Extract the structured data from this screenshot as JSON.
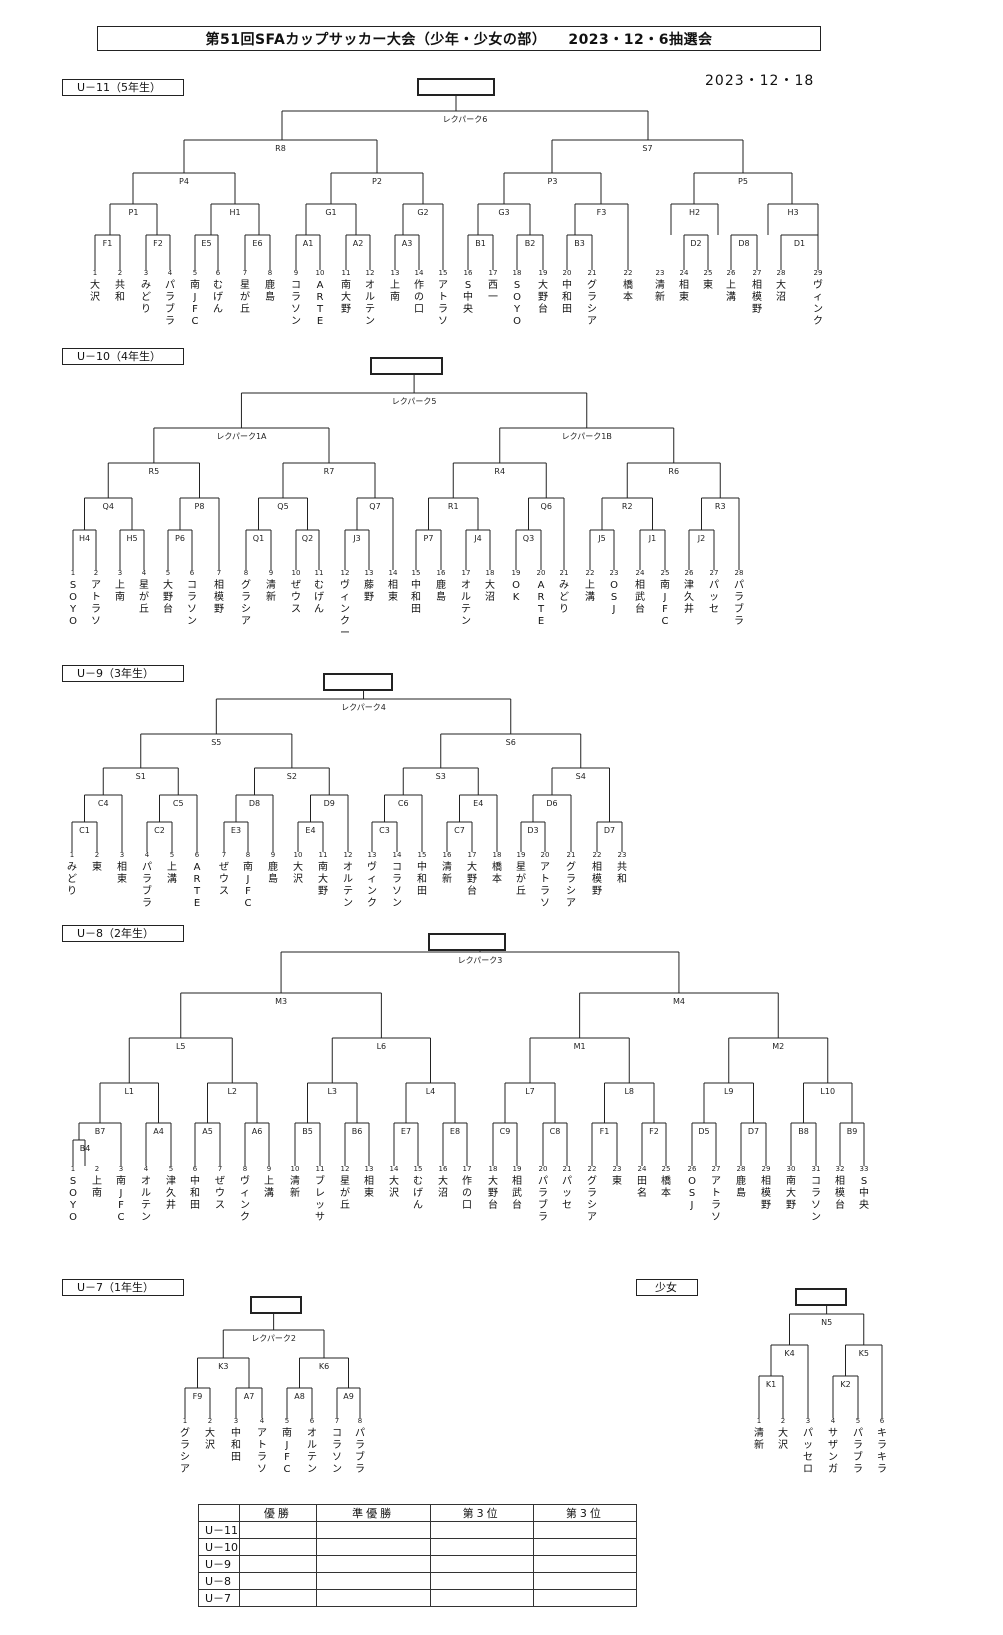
{
  "title": "第51回SFAカップサッカー大会（少年・少女の部）　　2023・12・6抽選会",
  "date": "2023・12・18",
  "sections": {
    "u11": {
      "label": "U－11（5年生）",
      "final": "レクパーク6",
      "semi": [
        "R8",
        "S7"
      ],
      "quarter": [
        "P4",
        "P2",
        "P3",
        "P5"
      ],
      "r16": [
        "P1",
        "H1",
        "G1",
        "G2",
        "G3",
        "F3",
        "H2",
        "H3"
      ],
      "r32": [
        "F1",
        "F2",
        "E5",
        "E6",
        "A1",
        "A2",
        "A3",
        "B1",
        "B2",
        "B3",
        "D2",
        "D8",
        "D1"
      ],
      "teams": [
        {
          "n": "1",
          "name": "大沢"
        },
        {
          "n": "2",
          "name": "共和"
        },
        {
          "n": "3",
          "name": "みどり"
        },
        {
          "n": "4",
          "name": "パラブラ"
        },
        {
          "n": "5",
          "name": "南JFC"
        },
        {
          "n": "6",
          "name": "むげん"
        },
        {
          "n": "7",
          "name": "星が丘"
        },
        {
          "n": "8",
          "name": "鹿島"
        },
        {
          "n": "9",
          "name": "コラソン"
        },
        {
          "n": "10",
          "name": "ARTE"
        },
        {
          "n": "11",
          "name": "南大野"
        },
        {
          "n": "12",
          "name": "オルテン"
        },
        {
          "n": "13",
          "name": "上南"
        },
        {
          "n": "14",
          "name": "作の口"
        },
        {
          "n": "15",
          "name": "アトラソ"
        },
        {
          "n": "16",
          "name": "S中央"
        },
        {
          "n": "17",
          "name": "西一"
        },
        {
          "n": "18",
          "name": "SOYO"
        },
        {
          "n": "19",
          "name": "大野台"
        },
        {
          "n": "20",
          "name": "中和田"
        },
        {
          "n": "21",
          "name": "グラシア"
        },
        {
          "n": "22",
          "name": "橋本"
        },
        {
          "n": "23",
          "name": "清新"
        },
        {
          "n": "24",
          "name": "相東"
        },
        {
          "n": "25",
          "name": "東"
        },
        {
          "n": "26",
          "name": "上溝"
        },
        {
          "n": "27",
          "name": "相模野"
        },
        {
          "n": "28",
          "name": "大沼"
        },
        {
          "n": "29",
          "name": "ヴィンク"
        }
      ]
    },
    "u10": {
      "label": "U－10（4年生）",
      "final": "レクパーク5",
      "semi": [
        "レクパーク1A",
        "レクパーク1B"
      ],
      "quarter": [
        "R5",
        "R7",
        "R4",
        "R6"
      ],
      "r16": [
        "Q4",
        "P8",
        "Q5",
        "Q7",
        "R1",
        "Q6",
        "R2",
        "R3"
      ],
      "r32": [
        "H4",
        "H5",
        "P6",
        "Q1",
        "Q2",
        "J3",
        "P7",
        "J4",
        "Q3",
        "J5",
        "J1",
        "J2"
      ],
      "teams": [
        {
          "n": "1",
          "name": "SOYO"
        },
        {
          "n": "2",
          "name": "アトラソ"
        },
        {
          "n": "3",
          "name": "上南"
        },
        {
          "n": "4",
          "name": "星が丘"
        },
        {
          "n": "5",
          "name": "大野台"
        },
        {
          "n": "6",
          "name": "コラソン"
        },
        {
          "n": "7",
          "name": "相模野"
        },
        {
          "n": "8",
          "name": "グラシア"
        },
        {
          "n": "9",
          "name": "清新"
        },
        {
          "n": "10",
          "name": "ぜウス"
        },
        {
          "n": "11",
          "name": "むげん"
        },
        {
          "n": "12",
          "name": "ヴィンクー"
        },
        {
          "n": "13",
          "name": "藤野"
        },
        {
          "n": "14",
          "name": "相東"
        },
        {
          "n": "15",
          "name": "中和田"
        },
        {
          "n": "16",
          "name": "鹿島"
        },
        {
          "n": "17",
          "name": "オルテン"
        },
        {
          "n": "18",
          "name": "大沼"
        },
        {
          "n": "19",
          "name": "OK"
        },
        {
          "n": "20",
          "name": "ARTE"
        },
        {
          "n": "21",
          "name": "みどり"
        },
        {
          "n": "22",
          "name": "上溝"
        },
        {
          "n": "23",
          "name": "OSJ"
        },
        {
          "n": "24",
          "name": "相武台"
        },
        {
          "n": "25",
          "name": "南JFC"
        },
        {
          "n": "26",
          "name": "津久井"
        },
        {
          "n": "27",
          "name": "パッセ"
        },
        {
          "n": "28",
          "name": "パラブラ"
        }
      ]
    },
    "u9": {
      "label": "U－9（3年生）",
      "final": "レクパーク4",
      "semi": [
        "S5",
        "S6"
      ],
      "quarter": [
        "S1",
        "S2",
        "S3",
        "S4"
      ],
      "r16": [
        "C4",
        "C5",
        "D8",
        "D9",
        "C6",
        "E4",
        "D6",
        "D7"
      ],
      "r32": [
        "C1",
        "C2",
        "E3",
        "E4",
        "C3",
        "C7",
        "D3"
      ],
      "teams": [
        {
          "n": "1",
          "name": "みどり"
        },
        {
          "n": "2",
          "name": "東"
        },
        {
          "n": "3",
          "name": "相東"
        },
        {
          "n": "4",
          "name": "パラブラ"
        },
        {
          "n": "5",
          "name": "上溝"
        },
        {
          "n": "6",
          "name": "ARTE"
        },
        {
          "n": "7",
          "name": "ぜウス"
        },
        {
          "n": "8",
          "name": "南JFC"
        },
        {
          "n": "9",
          "name": "鹿島"
        },
        {
          "n": "10",
          "name": "大沢"
        },
        {
          "n": "11",
          "name": "南大野"
        },
        {
          "n": "12",
          "name": "オルテン"
        },
        {
          "n": "13",
          "name": "ヴィンク"
        },
        {
          "n": "14",
          "name": "コラソン"
        },
        {
          "n": "15",
          "name": "中和田"
        },
        {
          "n": "16",
          "name": "清新"
        },
        {
          "n": "17",
          "name": "大野台"
        },
        {
          "n": "18",
          "name": "橋本"
        },
        {
          "n": "19",
          "name": "星が丘"
        },
        {
          "n": "20",
          "name": "アトラソ"
        },
        {
          "n": "21",
          "name": "グラシア"
        },
        {
          "n": "22",
          "name": "相模野"
        },
        {
          "n": "23",
          "name": "共和"
        }
      ]
    },
    "u8": {
      "label": "U－8（2年生）",
      "final": "レクパーク3",
      "semi": [
        "M3",
        "M4"
      ],
      "quarter": [
        "L5",
        "L6",
        "M1",
        "M2"
      ],
      "r16": [
        "L1",
        "L2",
        "L3",
        "L4",
        "L7",
        "L8",
        "L9",
        "L10"
      ],
      "r32": [
        "B7",
        "A4",
        "A5",
        "A6",
        "B5",
        "B6",
        "E7",
        "E8",
        "C9",
        "C8",
        "F1",
        "F2",
        "D5",
        "D7",
        "B8",
        "B9"
      ],
      "r64": [
        "B4"
      ],
      "teams": [
        {
          "n": "1",
          "name": "SOYO"
        },
        {
          "n": "2",
          "name": "上南"
        },
        {
          "n": "3",
          "name": "南JFC"
        },
        {
          "n": "4",
          "name": "オルテン"
        },
        {
          "n": "5",
          "name": "津久井"
        },
        {
          "n": "6",
          "name": "中和田"
        },
        {
          "n": "7",
          "name": "ぜウス"
        },
        {
          "n": "8",
          "name": "ヴィンク"
        },
        {
          "n": "9",
          "name": "上溝"
        },
        {
          "n": "10",
          "name": "清新"
        },
        {
          "n": "11",
          "name": "ブレッサ"
        },
        {
          "n": "12",
          "name": "星が丘"
        },
        {
          "n": "13",
          "name": "相東"
        },
        {
          "n": "14",
          "name": "大沢"
        },
        {
          "n": "15",
          "name": "むげん"
        },
        {
          "n": "16",
          "name": "大沼"
        },
        {
          "n": "17",
          "name": "作の口"
        },
        {
          "n": "18",
          "name": "大野台"
        },
        {
          "n": "19",
          "name": "相武台"
        },
        {
          "n": "20",
          "name": "パラブラ"
        },
        {
          "n": "21",
          "name": "パッセ"
        },
        {
          "n": "22",
          "name": "グラシア"
        },
        {
          "n": "23",
          "name": "東"
        },
        {
          "n": "24",
          "name": "田名"
        },
        {
          "n": "25",
          "name": "橋本"
        },
        {
          "n": "26",
          "name": "OSJ"
        },
        {
          "n": "27",
          "name": "アトラソ"
        },
        {
          "n": "28",
          "name": "鹿島"
        },
        {
          "n": "29",
          "name": "相模野"
        },
        {
          "n": "30",
          "name": "南大野"
        },
        {
          "n": "31",
          "name": "コラソン"
        },
        {
          "n": "32",
          "name": "相模台"
        },
        {
          "n": "33",
          "name": "S中央"
        }
      ]
    },
    "u7": {
      "label": "U－7（1年生）",
      "final": "レクパーク2",
      "semi": [
        "K3",
        "K6"
      ],
      "quarter": [
        "F9",
        "A7",
        "A8",
        "A9"
      ],
      "teams": [
        {
          "n": "1",
          "name": "グラシア"
        },
        {
          "n": "2",
          "name": "大沢"
        },
        {
          "n": "3",
          "name": "中和田"
        },
        {
          "n": "4",
          "name": "アトラソ"
        },
        {
          "n": "5",
          "name": "南JFC"
        },
        {
          "n": "6",
          "name": "オルテン"
        },
        {
          "n": "7",
          "name": "コラソン"
        },
        {
          "n": "8",
          "name": "パラブラ"
        }
      ]
    },
    "girls": {
      "label": "少女",
      "final": "N5",
      "semi": [
        "K4",
        "K5"
      ],
      "quarter": [
        "K1",
        "K2"
      ],
      "teams": [
        {
          "n": "1",
          "name": "清新"
        },
        {
          "n": "2",
          "name": "大沢"
        },
        {
          "n": "3",
          "name": "パッセロ"
        },
        {
          "n": "4",
          "name": "サザンガ"
        },
        {
          "n": "5",
          "name": "パラブラ"
        },
        {
          "n": "6",
          "name": "キラキラ"
        }
      ]
    }
  },
  "results": {
    "headers": [
      "優勝",
      "準優勝",
      "第3位",
      "第3位"
    ],
    "rows": [
      "U－11",
      "U－10",
      "U－9",
      "U－8",
      "U－7"
    ]
  }
}
